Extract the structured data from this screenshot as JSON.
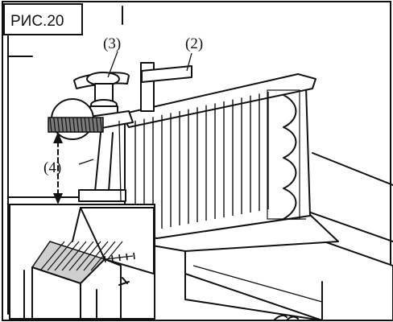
{
  "figure": {
    "title": "РИС.20",
    "callouts": [
      "(3)",
      "(2)",
      "(4)"
    ]
  }
}
